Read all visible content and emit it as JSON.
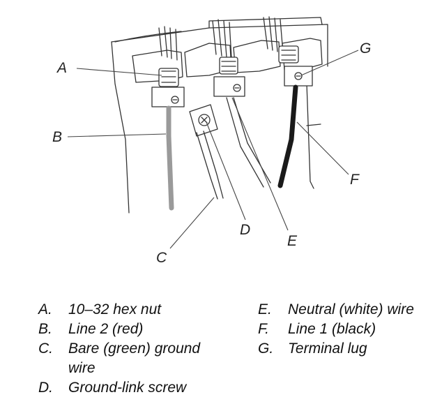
{
  "callouts": {
    "A": "A",
    "B": "B",
    "C": "C",
    "D": "D",
    "E": "E",
    "F": "F",
    "G": "G"
  },
  "legend": [
    {
      "letter": "A.",
      "text": "10–32 hex nut"
    },
    {
      "letter": "B.",
      "text": "Line 2 (red)"
    },
    {
      "letter": "C.",
      "text": "Bare (green) ground"
    },
    {
      "letter": "",
      "text": "wire"
    },
    {
      "letter": "D.",
      "text": "Ground-link screw"
    },
    {
      "letter": "E.",
      "text": "Neutral (white) wire"
    },
    {
      "letter": "F.",
      "text": "Line 1 (black)"
    },
    {
      "letter": "G.",
      "text": "Terminal lug"
    }
  ],
  "colors": {
    "line_ink": "#333333",
    "red_wire": "#9a9a9a",
    "black_wire": "#1a1a1a"
  }
}
